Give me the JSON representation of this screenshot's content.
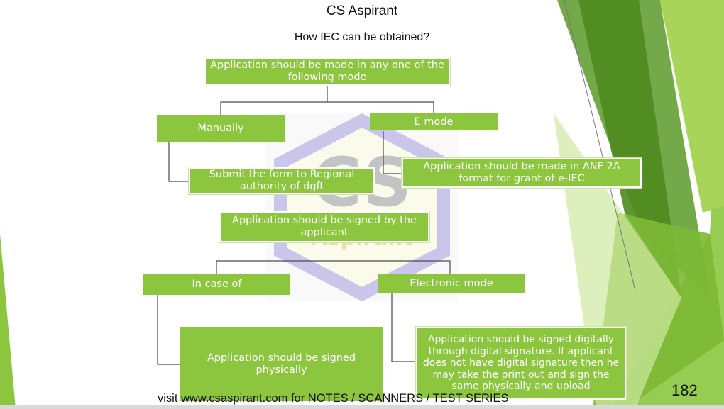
{
  "header": {
    "title": "CS Aspirant",
    "subtitle": "How IEC can be obtained?"
  },
  "nodes": {
    "root": "Application should be made in any one of the following mode",
    "manually": "Manually",
    "emode": "E mode",
    "submit_form": "Submit the form to Regional authority  of dgft",
    "anf2a": "Application should be made in ANF 2A format for grant of e-IEC",
    "signed_by_applicant": "Application should be signed by the applicant",
    "in_case_of": "In case of",
    "electronic_mode": "Electronic mode",
    "signed_physically": "Application should be signed physically",
    "signed_digitally": "Application should be signed digitally through digital signature. If applicant does not have digital signature then he may take the print out and sign the same physically and upload"
  },
  "watermark": {
    "letters": "CS",
    "word": "Aspirant"
  },
  "footer": {
    "text": "visit www.csaspirant.com for NOTES / SCANNERS / TEST SERIES",
    "page_number": "182"
  },
  "colors": {
    "box_green": "#8cc63f",
    "deco_dark_green": "#4f8a1f",
    "deco_light_green": "#b5dc6a"
  }
}
